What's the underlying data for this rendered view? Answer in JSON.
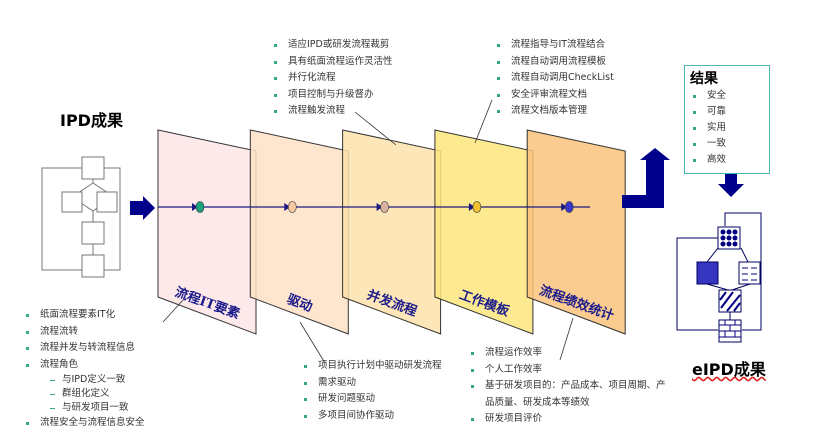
{
  "ipd_title": "IPD成果",
  "eipd_title": "eIPD成果",
  "panels": [
    {
      "label": "流程IT要素",
      "color": "#fde4e6",
      "dot": "#1aa07a"
    },
    {
      "label": "驱动",
      "color": "#fde0c6",
      "dot": "#f7c9a0"
    },
    {
      "label": "并发流程",
      "color": "#fde2aa",
      "dot": "#d9b3a0"
    },
    {
      "label": "工作模板",
      "color": "#fde67c",
      "dot": "#f0c030"
    },
    {
      "label": "流程绩效统计",
      "color": "#f9c37c",
      "dot": "#3838c8"
    }
  ],
  "top_list_1": [
    "适应IPD或研发流程裁剪",
    "具有纸面流程运作灵活性",
    "并行化流程",
    "项目控制与升级督办",
    "流程触发流程"
  ],
  "top_list_2": [
    "流程指导与IT流程结合",
    "流程自动调用流程模板",
    "流程自动调用CheckList",
    "安全评审流程文档",
    "流程文档版本管理"
  ],
  "bottom_left_list": {
    "items": [
      "纸面流程要素IT化",
      "流程流转",
      "流程并发与转流程信息",
      "流程角色"
    ],
    "sub_items": [
      "与IPD定义一致",
      "群组化定义",
      "与研发项目一致"
    ],
    "last": "流程安全与流程信息安全"
  },
  "bottom_mid_list": [
    "项目执行计划中驱动研发流程",
    "需求驱动",
    "研发问题驱动",
    "多项目间协作驱动"
  ],
  "bottom_right_list": [
    "流程运作效率",
    "个人工作效率",
    "基于研发项目的：产品成本、项目周期、产品质量、研发成本等绩效",
    "研发项目评价"
  ],
  "result_box": {
    "title": "结果",
    "items": [
      "安全",
      "可靠",
      "实用",
      "一致",
      "高效"
    ]
  },
  "colors": {
    "arrow": "#00008b",
    "line": "#1a1a80"
  }
}
